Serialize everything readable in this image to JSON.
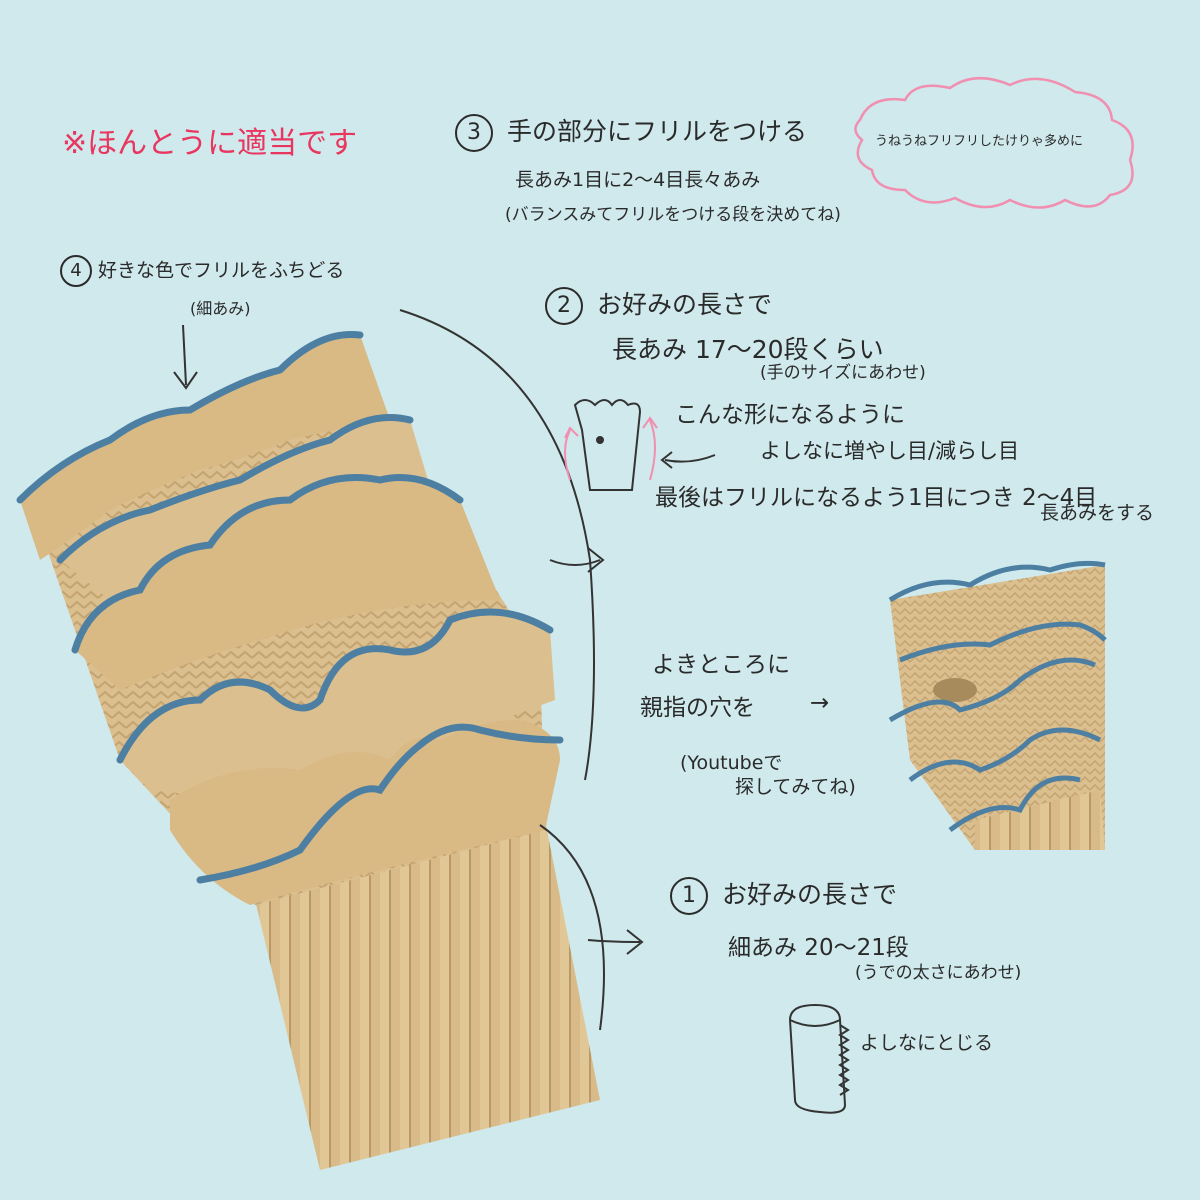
{
  "note_disclaimer": "※ほんとうに適当です",
  "step3": {
    "num": "3",
    "title": "手の部分にフリルをつける",
    "line1": "長あみ1目に2〜4目長々あみ",
    "line2": "(バランスみてフリルをつける段を決めてね)"
  },
  "cloud_note": "うねうねフリフリしたけりゃ多めに",
  "step4": {
    "num": "4",
    "title": "好きな色でフリルをふちどる",
    "sub": "(細あみ)"
  },
  "step2": {
    "num": "2",
    "title": "お好みの長さで",
    "line1": "長あみ 17〜20段くらい",
    "line2": "(手のサイズにあわせ)",
    "shape_note": "こんな形になるように",
    "inc_dec": "よしなに増やし目/減らし目",
    "final1": "最後はフリルになるよう1目につき 2〜4目",
    "final2": "長あみをする"
  },
  "thumb": {
    "line1": "よきところに",
    "line2": "親指の穴を",
    "arrow": "→",
    "yt1": "(Youtubeで",
    "yt2": "探してみてね)"
  },
  "step1": {
    "num": "1",
    "title": "お好みの長さで",
    "line1": "細あみ 20〜21段",
    "line2": "(うでの太さにあわせ)",
    "close_note": "よしなにとじる"
  },
  "colors": {
    "background": "#cfe9ec",
    "yarn_main": "#dcbf8e",
    "yarn_shadow": "#b99a66",
    "yarn_edge": "#4d7fa3",
    "accent_red": "#e8365f",
    "cloud_pink": "#f08fb0"
  }
}
